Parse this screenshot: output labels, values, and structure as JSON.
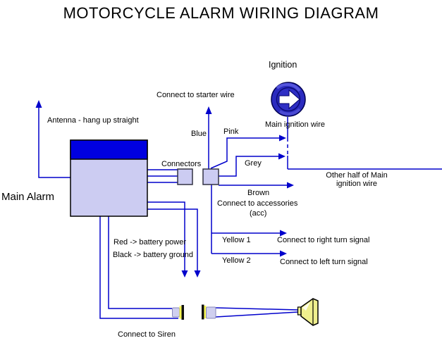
{
  "diagram": {
    "title": "MOTORCYCLE ALARM WIRING DIAGRAM",
    "labels": {
      "ignition": "Ignition",
      "main_ignition_wire": "Main ignition wire",
      "connect_starter": "Connect to starter wire",
      "antenna": "Antenna - hang up straight",
      "blue": "Blue",
      "pink": "Pink",
      "grey": "Grey",
      "brown": "Brown",
      "connect_accessories": "Connect to accessories",
      "acc": "(acc)",
      "other_half_line1": "Other half of Main",
      "other_half_line2": "ignition wire",
      "main_alarm": "Main Alarm",
      "connectors": "Connectors",
      "yellow1": "Yellow 1",
      "yellow2": "Yellow 2",
      "right_turn": "Connect to right turn signal",
      "left_turn": "Connect to left turn signal",
      "red_wire": "Red -> battery power",
      "black_wire": "Black -> battery ground",
      "connect_siren": "Connect to Siren"
    },
    "icons": {
      "ignition": "arrow-right-circle-icon",
      "siren": "speaker-horn-icon",
      "siren_plug_left": "connector-plug-icon",
      "siren_plug_right": "connector-socket-icon"
    },
    "colors": {
      "wire_blue": "#0000cc",
      "alarm_header_blue": "#0000e0",
      "component_fill": "#ccccf2",
      "siren_yellow": "#efef8e",
      "ignition_icon_blue": "#2b2bbf"
    }
  }
}
